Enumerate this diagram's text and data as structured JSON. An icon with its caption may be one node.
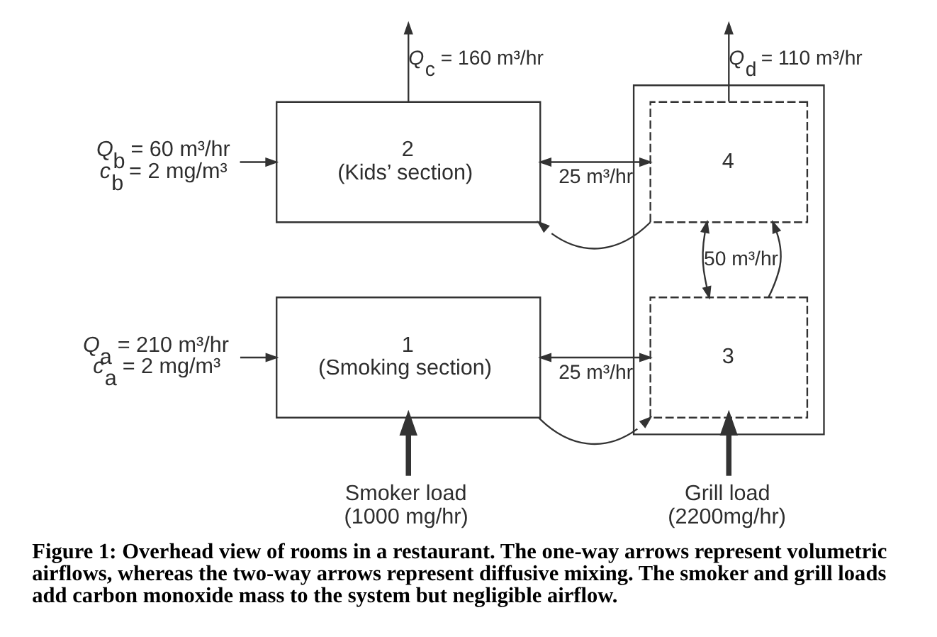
{
  "diagram": {
    "caption": "Figure 1: Overhead view of rooms in a restaurant. The one-way arrows represent volumetric airflows, whereas the two-way arrows represent diffusive mixing. The smoker and grill loads add carbon monoxide mass to the system but negligible airflow.",
    "nodes": [
      {
        "text": [
          "*Q*$_{b}$ = 60 m³/hr",
          "*c*$_{b}$ = 2 mg/m³"
        ]
      },
      {
        "text": [
          "2",
          "(Kids’ section)"
        ]
      },
      {
        "text": [],
        "shape": "box"
      },
      {
        "text": [
          "4"
        ],
        "in": 2
      },
      {
        "text": [
          "*Q*$_{a}$ = 210 m³/hr",
          "*c*$_{a}$ = 2 mg/m³"
        ]
      },
      {
        "text": [
          "1",
          "(Smoking section)"
        ]
      },
      {
        "text": [
          "3"
        ],
        "in": 2
      },
      {
        "text": [
          "Smoker load",
          "(1000 mg/hr)"
        ]
      },
      {
        "text": [
          "Grill load",
          "(2200mg/hr)"
        ]
      }
    ],
    "edges": [
      {
        "from": 0,
        "to": 1,
        "arrow": "to"
      },
      {
        "from": 1,
        "to": null,
        "arrow": "to",
        "label": "*Q*$_{c}$ = 160 m³/hr"
      },
      {
        "from": 1,
        "to": 3,
        "arrow": "both",
        "label": "25 m³/hr"
      },
      {
        "from": 3,
        "to": 1,
        "arrow": "to"
      },
      {
        "from": 3,
        "to": null,
        "arrow": "to",
        "label": "*Q*$_{d}$ = 110 m³/hr"
      },
      {
        "from": 4,
        "to": 5,
        "arrow": "to"
      },
      {
        "from": 6,
        "to": 5,
        "arrow": "both",
        "label": "25 m³/hr"
      },
      {
        "from": 5,
        "to": 6,
        "arrow": "to"
      },
      {
        "from": 7,
        "to": 5,
        "arrow": "to",
        "style": "thick"
      },
      {
        "from": 6,
        "to": 3,
        "arrow": "both",
        "label": "50 m³/hr"
      },
      {
        "from": 6,
        "to": 3,
        "arrow": "to"
      },
      {
        "from": 8,
        "to": 6,
        "arrow": "to",
        "style": "thick"
      }
    ]
  }
}
